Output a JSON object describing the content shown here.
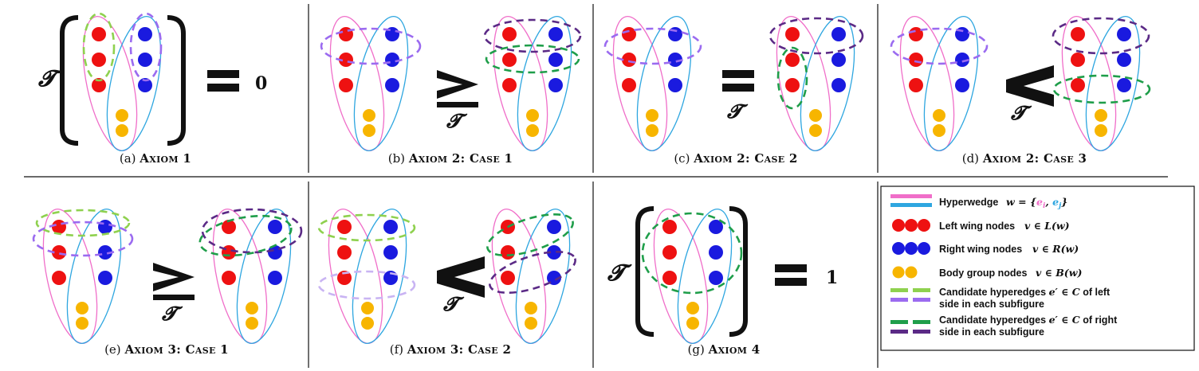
{
  "colors": {
    "left_edge": "#f06ec9",
    "right_edge": "#2ea6e0",
    "left_node": "#ee1111",
    "right_node": "#1a1adf",
    "body_node": "#f7b500",
    "cand_left_light": "#8fd14f",
    "cand_left_purple": "#9b6bf0",
    "cand_left_lilac": "#c9b4f3",
    "cand_right_green": "#1f9e4a",
    "cand_right_purple": "#5b2a86"
  },
  "symbols": {
    "T": "𝓣",
    "eq": "=",
    "zero": "0",
    "one": "1"
  },
  "panels": [
    {
      "id": "a",
      "prefix": "(a)",
      "title": "Axiom 1"
    },
    {
      "id": "b",
      "prefix": "(b)",
      "title": "Axiom 2: Case 1"
    },
    {
      "id": "c",
      "prefix": "(c)",
      "title": "Axiom 2: Case 2"
    },
    {
      "id": "d",
      "prefix": "(d)",
      "title": "Axiom 2: Case 3"
    },
    {
      "id": "e",
      "prefix": "(e)",
      "title": "Axiom 3: Case 1"
    },
    {
      "id": "f",
      "prefix": "(f)",
      "title": "Axiom 3: Case 2"
    },
    {
      "id": "g",
      "prefix": "(g)",
      "title": "Axiom 4"
    }
  ],
  "legend": {
    "hyperwedge": {
      "label": "Hyperwedge",
      "math": "w = {",
      "ei": "e",
      "ei_sub": "i",
      "sep": ", ",
      "ej": "e",
      "ej_sub": "j",
      "close": "}"
    },
    "left_wing": {
      "label": "Left wing nodes",
      "math": "v ∈ L(w)"
    },
    "right_wing": {
      "label": "Right wing nodes",
      "math": "v ∈ R(w)"
    },
    "body": {
      "label": "Body group nodes",
      "math": "v ∈ B(w)"
    },
    "cand_left": {
      "line1_label": "Candidate hyperedges",
      "line1_math": "e′ ∈ C",
      "line1_tail": "of left",
      "line2": "side in each subfigure"
    },
    "cand_right": {
      "line1_label": "Candidate hyperedges",
      "line1_math": "e′ ∈ C",
      "line1_tail": "of right",
      "line2": "side in each subfigure"
    }
  }
}
